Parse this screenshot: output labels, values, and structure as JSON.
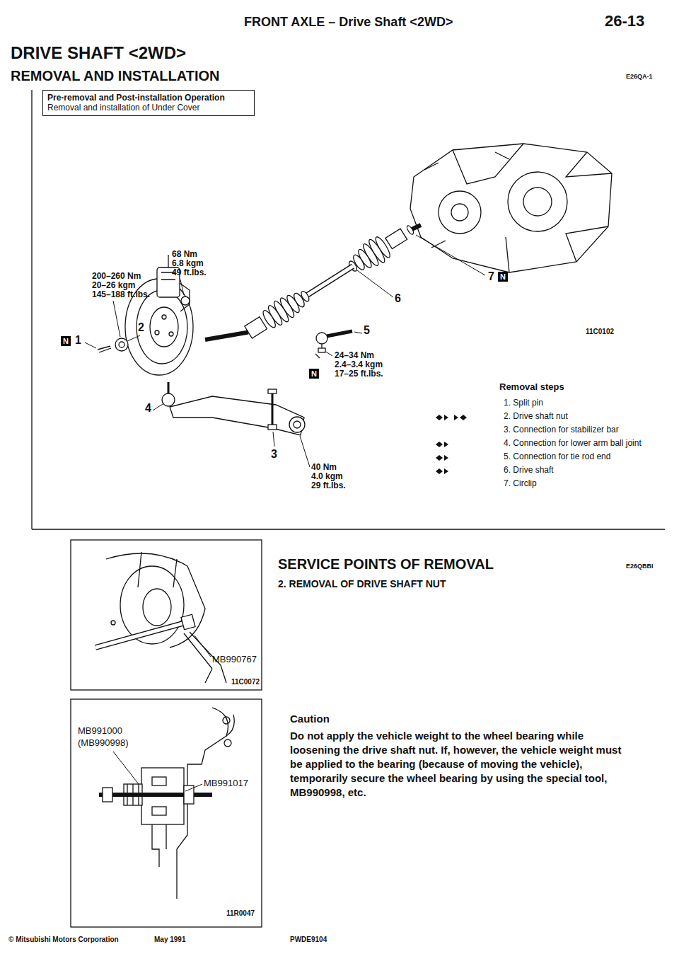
{
  "diagram": {
    "title": "DRIVE SHAFT <2WD>",
    "nodes": [
      {
        "text": [
          "Pre-removal and Post-installation Operation",
          "Removal and installation of Under Cover"
        ]
      }
    ],
    "labels": [
      "FRONT AXLE – Drive Shaft <2WD>",
      "26-13",
      "REMOVAL AND INSTALLATION",
      "E26QA-1",
      "68 Nm",
      "6.8 kgm",
      "49 ft.lbs.",
      "200–260 Nm",
      "20–26 kgm",
      "145–188 ft.lbs.",
      "7",
      "N",
      "6",
      "2",
      "11C0102",
      "N",
      "1",
      "5",
      "24–34 Nm",
      "2.4–3.4 kgm",
      "N",
      "17–25 ft.lbs.",
      "Removal steps",
      "1. Split pin",
      "2. Drive shaft nut",
      "3. Connection for stabilizer bar",
      "4. Connection for lower arm ball joint",
      "5. Connection for tie rod end",
      "6. Drive shaft",
      "7. Circlip",
      "4",
      "3",
      "40 Nm",
      "4.0 kgm",
      "29 ft.lbs.",
      "SERVICE POINTS OF REMOVAL",
      "E26QBBI",
      "2. REMOVAL OF DRIVE SHAFT NUT",
      "MB990767",
      "11C0072",
      "Caution",
      "Do not apply the vehicle weight to the wheel bearing while loosening the drive shaft nut. If, however, the vehicle weight must be applied to the bearing (because of moving the vehicle), temporarily secure the wheel bearing by using the special tool, MB990998, etc.",
      "MB991000",
      "(MB990998)",
      "MB991017",
      "11R0047",
      "© Mitsubishi Motors Corporation",
      "May 1991",
      "PWDE9104"
    ]
  }
}
